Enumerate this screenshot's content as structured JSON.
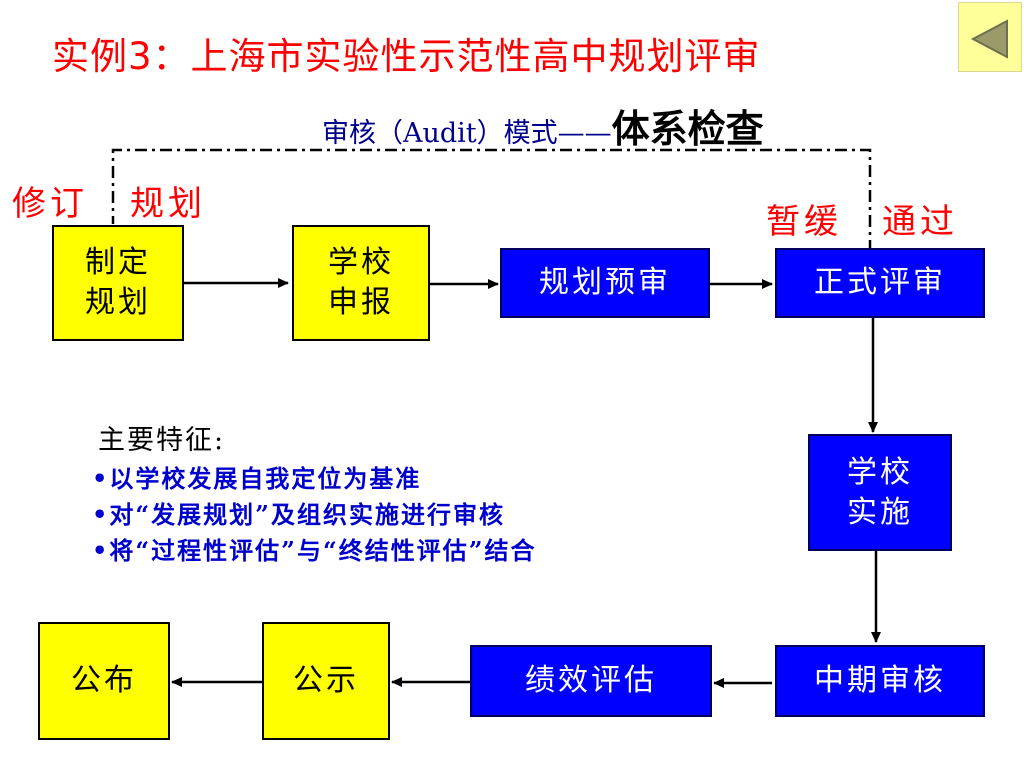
{
  "title": "实例3：上海市实验性示范性高中规划评审",
  "subtitle": {
    "part1": "审核（Audit）模式——",
    "part2": "体系检查"
  },
  "labels": {
    "revise": "修订",
    "plan": "规划",
    "suspend": "暂缓",
    "pass": "通过"
  },
  "boxes": {
    "make_plan": "制定\n规划",
    "school_report": "学校\n申报",
    "pre_review": "规划预审",
    "formal_review": "正式评审",
    "school_implement": "学校\n实施",
    "mid_review": "中期审核",
    "performance_eval": "绩效评估",
    "publicity": "公示",
    "publish": "公布"
  },
  "features": {
    "heading": "主要特征:",
    "items": [
      "以学校发展自我定位为基准",
      "对“发展规划”及组织实施进行审核",
      "将“过程性评估”与“终结性评估”结合"
    ]
  },
  "colors": {
    "yellow": "#ffff00",
    "blue": "#0000ff",
    "red": "#ff0000",
    "button": "#ffff99"
  },
  "nav": {
    "icon": "back-arrow-icon"
  }
}
